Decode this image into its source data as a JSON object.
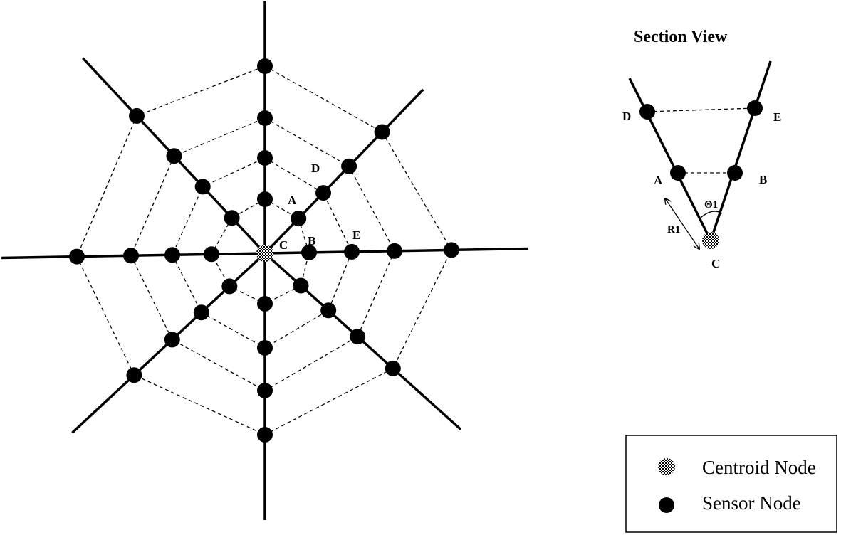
{
  "web": {
    "labels": {
      "a": "A",
      "b": "B",
      "c": "C",
      "d": "D",
      "e": "E"
    }
  },
  "section_view": {
    "title": "Section View",
    "labels": {
      "a": "A",
      "b": "B",
      "c": "C",
      "d": "D",
      "e": "E",
      "angle": "Θ1",
      "radius": "R1"
    }
  },
  "legend": {
    "items": [
      {
        "id": "centroid",
        "label": "Centroid Node",
        "icon": "checkered-circle-icon"
      },
      {
        "id": "sensor",
        "label": "Sensor Node",
        "icon": "filled-circle-icon"
      }
    ]
  },
  "colors": {
    "ink": "#000000",
    "background": "#ffffff"
  }
}
